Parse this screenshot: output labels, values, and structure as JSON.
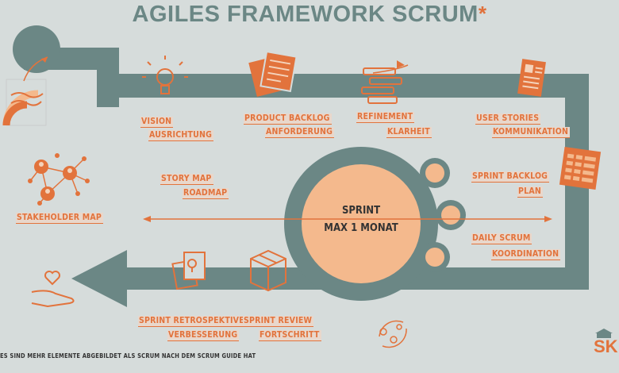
{
  "title": "AGILES FRAMEWORK SCRUM",
  "title_mark": "*",
  "colors": {
    "background": "#d6dcdb",
    "path": "#6b8785",
    "accent": "#e2733c",
    "light": "#f4b98d"
  },
  "labels": {
    "vision": "VISION",
    "ausrichtung": "AUSRICHTUNG",
    "product_backlog": "PRODUCT BACKLOG",
    "anforderung": "ANFORDERUNG",
    "refinement": "REFINEMENT",
    "klarheit": "KLARHEIT",
    "user_stories": "USER STORIES",
    "kommunikation": "KOMMUNIKATION",
    "story_map": "STORY MAP",
    "roadmap": "ROADMAP",
    "stakeholder_map": "STAKEHOLDER MAP",
    "sprint_backlog": "SPRINT BACKLOG",
    "plan": "PLAN",
    "daily_scrum": "DAILY SCRUM",
    "koordination": "KOORDINATION",
    "sprint_retrospektive": "SPRINT RETROSPEKTIVE",
    "verbesserung": "VERBESSERUNG",
    "sprint_review": "SPRINT REVIEW",
    "fortschritt": "FORTSCHRITT"
  },
  "sprint": {
    "line1": "SPRINT",
    "line2": "MAX 1 MONAT"
  },
  "footnote": "ES SIND MEHR ELEMENTE ABGEBILDET ALS SCRUM NACH DEM SCRUM GUIDE HAT",
  "logo_text": "SK",
  "icons": [
    "target-icon",
    "lightbulb-icon",
    "documents-icon",
    "refinement-icon",
    "user-story-icon",
    "stakeholder-network-icon",
    "sprint-backlog-icon",
    "retrospective-icon",
    "review-box-icon",
    "heart-hand-icon",
    "cycle-gears-icon",
    "logo-icon"
  ]
}
